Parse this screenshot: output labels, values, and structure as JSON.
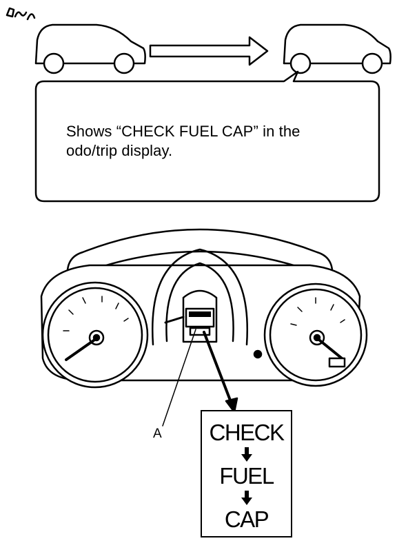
{
  "callout": {
    "line1": "Shows “CHECK FUEL CAP” in the",
    "line2": "odo/trip display."
  },
  "pointer_label": "A",
  "display_sequence": {
    "word1": "CHECK",
    "word2": "FUEL",
    "word3": "CAP"
  },
  "icons": {
    "start": "engine-start-icon",
    "flow": "right-arrow-icon"
  }
}
